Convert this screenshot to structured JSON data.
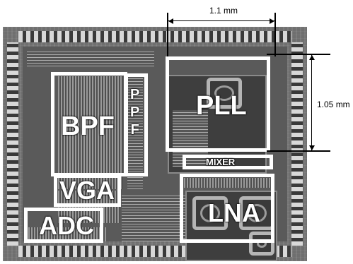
{
  "dimensions": {
    "width_label": "1.1 mm",
    "height_label": "1.05 mm"
  },
  "blocks": {
    "pll": "PLL",
    "bpf": "BPF",
    "ppf": "P\nP\nF",
    "vga": "VGA",
    "adc": "ADC",
    "mixer": "MIXER",
    "lna": "LNA"
  },
  "colors": {
    "outline": "#ffffff",
    "die": "#6f6f6f",
    "dimension": "#000000"
  }
}
